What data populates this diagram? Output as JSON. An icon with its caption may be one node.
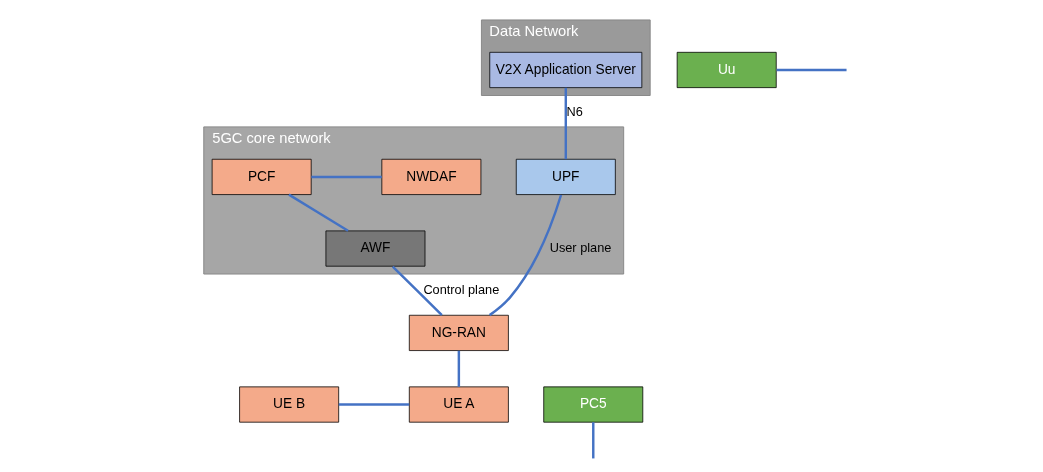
{
  "diagram": {
    "nodes": [
      {
        "text": [
          "Data Network"
        ]
      },
      {
        "text": [
          "V2X Application Server"
        ],
        "in": 0
      },
      {
        "text": [
          "5GC core network"
        ]
      },
      {
        "text": [
          "NWDAF"
        ],
        "in": 2
      },
      {
        "text": [
          "PCF"
        ],
        "in": 2
      },
      {
        "text": [
          "AWF"
        ],
        "in": 2
      },
      {
        "text": [
          "UPF"
        ],
        "in": 2
      },
      {
        "text": [
          "NG-RAN"
        ]
      },
      {
        "text": [
          "Uu"
        ]
      },
      {
        "text": [
          "PC5"
        ]
      },
      {
        "text": [
          "UE B"
        ]
      },
      {
        "text": [
          "UE A"
        ]
      }
    ],
    "edges": [
      {
        "from": 1,
        "to": 6,
        "arrow": "none",
        "label": "N6"
      },
      {
        "from": 3,
        "to": 4,
        "arrow": "none"
      },
      {
        "from": 4,
        "to": 5,
        "arrow": "none"
      },
      {
        "from": 5,
        "to": 7,
        "arrow": "none",
        "label": "Control plane"
      },
      {
        "from": 6,
        "to": 7,
        "arrow": "none",
        "label": "User plane"
      },
      {
        "from": 7,
        "to": 11,
        "arrow": "none"
      },
      {
        "from": 8,
        "to": null,
        "arrow": "none"
      },
      {
        "from": 10,
        "to": 11,
        "arrow": "none"
      },
      {
        "from": 9,
        "to": null,
        "arrow": "none"
      }
    ]
  }
}
